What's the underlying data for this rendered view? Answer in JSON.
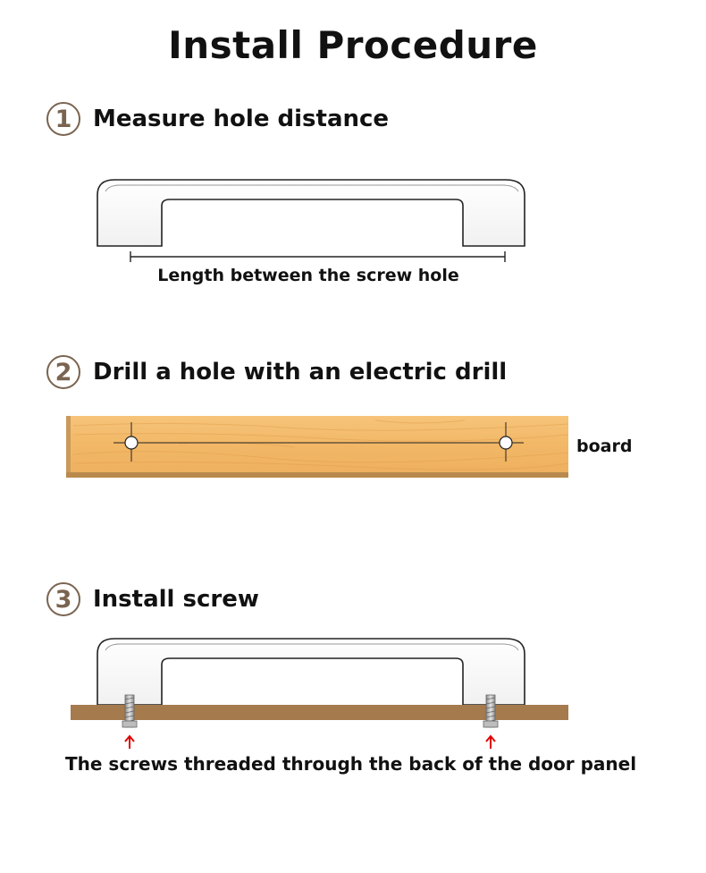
{
  "title": "Install Procedure",
  "steps": [
    {
      "number": "1",
      "label": "Measure hole distance"
    },
    {
      "number": "2",
      "label": "Drill a hole with an electric drill"
    },
    {
      "number": "3",
      "label": "Install screw"
    }
  ],
  "measure_caption": "Length between the screw hole",
  "board_label": "board",
  "screw_caption": "The screws threaded through the back of the door panel",
  "colors": {
    "circle": "#7a6450",
    "wood": "#f2b867",
    "wood_edge": "#b98a4d",
    "door_panel": "#a57a4d",
    "arrow": "#e00000"
  }
}
